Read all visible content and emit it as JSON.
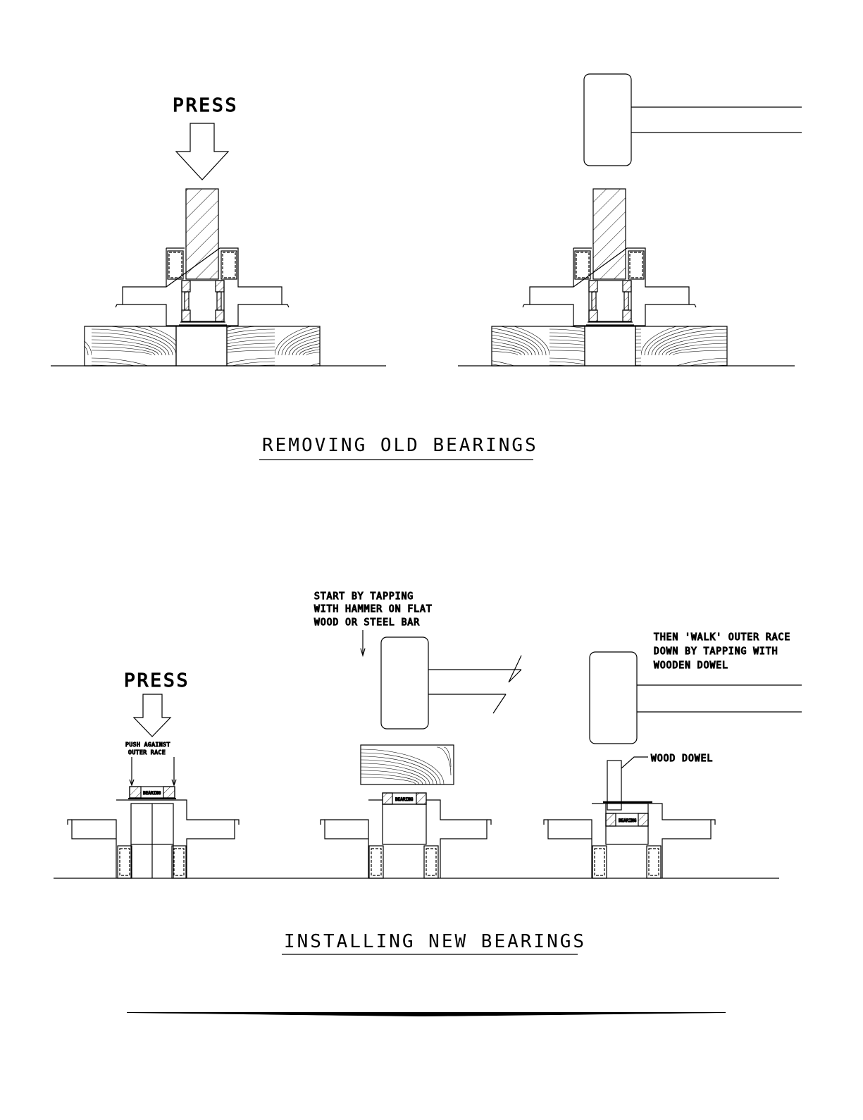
{
  "removing": {
    "press_label": "PRESS",
    "title": "REMOVING OLD BEARINGS"
  },
  "installing": {
    "press_label": "PRESS",
    "push_note": [
      "PUSH AGAINST",
      "OUTER RACE"
    ],
    "tap_note": [
      "START BY TAPPING",
      "WITH HAMMER ON FLAT",
      "WOOD OR STEEL BAR"
    ],
    "walk_note": [
      "THEN 'WALK' OUTER RACE",
      "DOWN BY TAPPING WITH",
      "WOODEN DOWEL"
    ],
    "dowel_label": "WOOD DOWEL",
    "bearing_label": "BEARING",
    "title": "INSTALLING NEW BEARINGS"
  }
}
